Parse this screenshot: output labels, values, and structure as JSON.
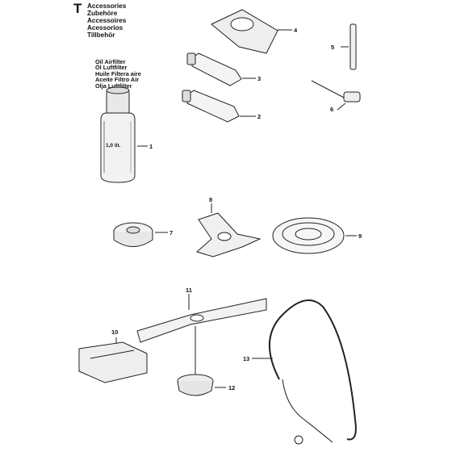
{
  "section": {
    "letter": "T",
    "titles": [
      "Accessories",
      "Zubehöre",
      "Accessoires",
      "Acessorios",
      "Tillbehör"
    ]
  },
  "oil_filter": {
    "lines": [
      "Oil Airfilter",
      "Öl Luftfilter",
      "Huile Filtera aire",
      "Aceite Filtro Air",
      "Olja Luftfilter"
    ],
    "bottle_label": "1,0 lit."
  },
  "callouts": [
    "1",
    "2",
    "3",
    "4",
    "5",
    "6",
    "7",
    "8",
    "9",
    "10",
    "11",
    "12",
    "13"
  ]
}
